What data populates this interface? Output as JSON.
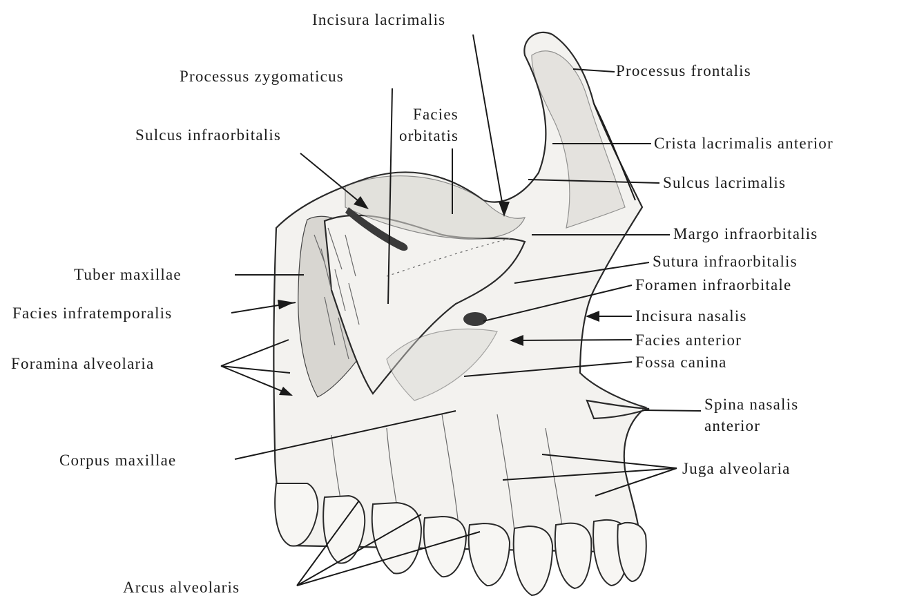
{
  "labels": {
    "incisura_lacrimalis": "Incisura lacrimalis",
    "processus_zygomaticus": "Processus zygomaticus",
    "processus_frontalis": "Processus frontalis",
    "facies_orbitalis_1": "Facies",
    "facies_orbitalis_2": "orbitatis",
    "sulcus_infraorbitalis": "Sulcus infraorbitalis",
    "crista_lacrimalis_anterior": "Crista lacrimalis anterior",
    "sulcus_lacrimalis": "Sulcus lacrimalis",
    "margo_infraorbitalis": "Margo infraorbitalis",
    "sutura_infraorbitalis": "Sutura infraorbitalis",
    "tuber_maxillae": "Tuber maxillae",
    "foramen_infraorbitale": "Foramen infraorbitale",
    "facies_infratemporalis": "Facies infratemporalis",
    "incisura_nasalis": "Incisura nasalis",
    "facies_anterior": "Facies anterior",
    "foramina_alveolaria": "Foramina alveolaria",
    "fossa_canina": "Fossa canina",
    "spina_nasalis_anterior_1": "Spina nasalis",
    "spina_nasalis_anterior_2": "anterior",
    "corpus_maxillae": "Corpus maxillae",
    "juga_alveolaria": "Juga alveolaria",
    "arcus_alveolaris": "Arcus alveolaris"
  },
  "colors": {
    "bone": "#f3f2ef",
    "shade": "#d8d6d1",
    "ink": "#1c1c1c"
  }
}
